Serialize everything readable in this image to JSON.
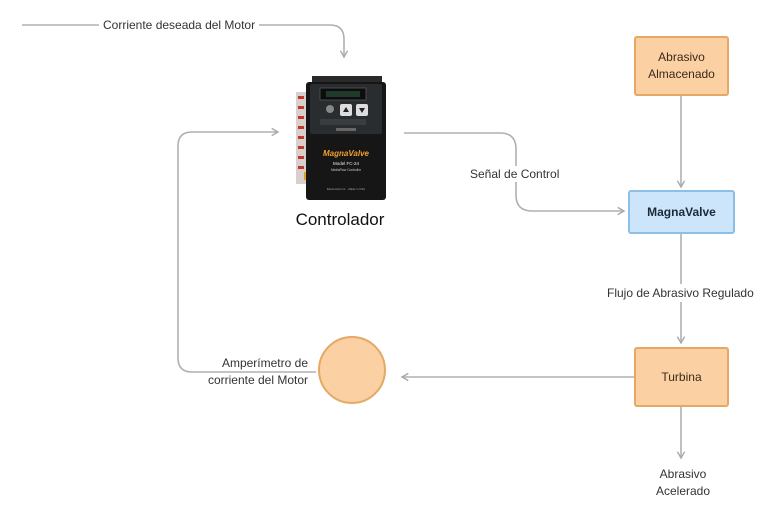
{
  "diagram": {
    "input_label": "Corriente deseada del Motor",
    "controller_label": "Controlador",
    "device": {
      "brand": "MagnaValve",
      "model": "Model FC-24",
      "subtitle": "MediaFlow Controller",
      "footer": "Electronics Inc. · Made in USA"
    },
    "control_signal_label": "Señal de Control",
    "abrasive_store_label": "Abrasivo\nAlmacenado",
    "valve_label": "MagnaValve",
    "regulated_flow_label": "Flujo de Abrasivo Regulado",
    "turbine_label": "Turbina",
    "output_label": "Abrasivo\nAcelerado",
    "ammeter_label": "Amperímetro de\ncorriente del Motor",
    "colors": {
      "orange_fill": "#fbd0a3",
      "orange_border": "#e5a865",
      "blue_fill": "#cce5fb",
      "blue_border": "#8cbfe8",
      "connector": "#b0b0b0"
    }
  }
}
